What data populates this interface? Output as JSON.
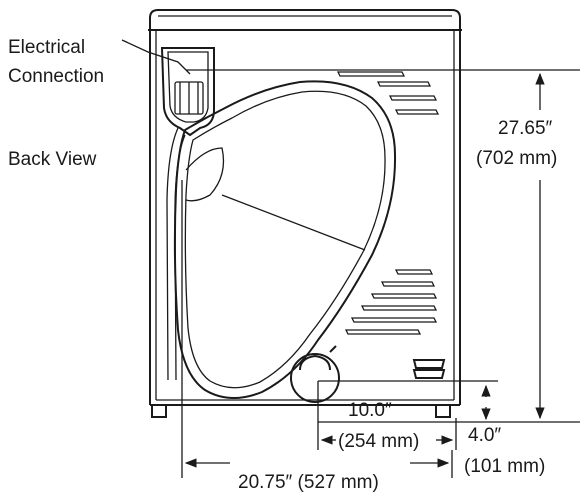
{
  "labels": {
    "electrical_line1": "Electrical",
    "electrical_line2": "Connection",
    "view": "Back View"
  },
  "dimensions": {
    "height_in": "27.65″",
    "height_mm": "(702 mm)",
    "vent_in": "10.0″",
    "vent_mm": "(254 mm)",
    "vent_height_in": "4.0″",
    "vent_height_mm": "(101 mm)",
    "width": "20.75″ (527 mm)"
  }
}
